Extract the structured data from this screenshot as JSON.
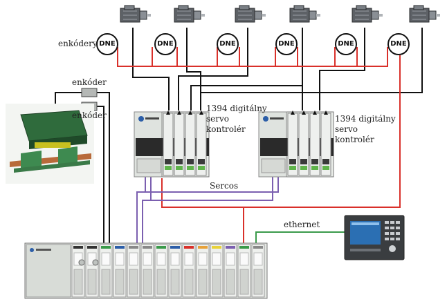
{
  "labels": {
    "encoders_top": "enkódery",
    "encoder_1": "enkóder",
    "encoder_2": "enkóder",
    "servo_1": [
      "1394 digitálny",
      "servo",
      "kontrolér"
    ],
    "servo_2": [
      "1394 digitálny",
      "servo",
      "kontrolér"
    ],
    "sercos": "Sercos",
    "ethernet": "ethernet"
  },
  "dne_label": "DNE",
  "dne_count": 6,
  "motor_count": 6,
  "colors": {
    "red_wire": "#d9302a",
    "purple_wire": "#7b5fb0",
    "green_wire": "#3a9a4a",
    "black_wire": "#111111",
    "module_body": "#e9ece8",
    "module_dark": "#2a2a2a",
    "hmi_screen": "#2b6fb3"
  },
  "icons": [
    "servo-motor-icon",
    "dne-encoder-icon",
    "linear-motor-machine-icon",
    "servo-drive-icon",
    "plc-rack-icon",
    "hmi-terminal-icon"
  ]
}
